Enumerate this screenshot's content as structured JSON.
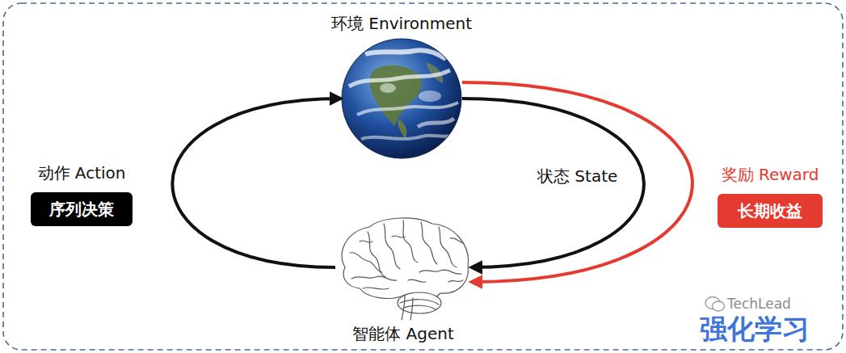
{
  "diagram": {
    "nodes": [
      {
        "text": [
          "环境 Environment"
        ]
      },
      {
        "text": [
          "动作 Action",
          "序列决策"
        ]
      },
      {
        "text": [
          "奖励 Reward",
          "长期收益"
        ]
      },
      {
        "text": [
          "智能体 Agent"
        ]
      }
    ],
    "edges": [
      {
        "from": 3,
        "to": 0,
        "arrow": "to"
      },
      {
        "from": 0,
        "to": 3,
        "label": "状态 State",
        "arrow": "to"
      },
      {
        "from": 0,
        "to": 3,
        "arrow": "to"
      }
    ],
    "labels": [
      "强化学习",
      "TechLead"
    ]
  }
}
